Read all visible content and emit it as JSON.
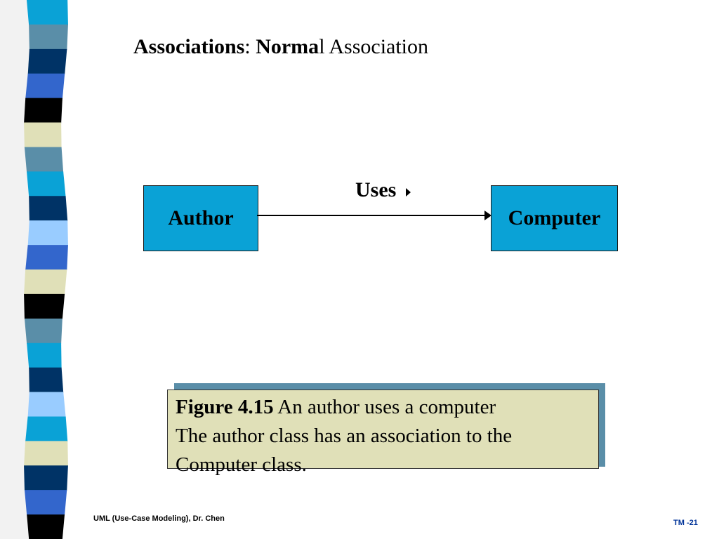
{
  "title": {
    "bold_part": "Associations",
    "colon": ":  ",
    "bold_part2": "Norma",
    "regular_part": "l Association"
  },
  "diagram": {
    "source_class": "Author",
    "target_class": "Computer",
    "association_label": "Uses",
    "association_direction": "right-triangle",
    "class_fill_color": "#0aa2d6"
  },
  "caption": {
    "figure_label": "Figure 4.15",
    "line1_rest": " An author uses a computer",
    "line2": "The author class has an association to the",
    "line3": "Computer class.",
    "fill_color": "#e0e0b8",
    "shadow_color": "#5a8ea8"
  },
  "footer": {
    "left": "UML (Use-Case Modeling), Dr. Chen",
    "right": "TM -21"
  },
  "decor": {
    "strip_colors": [
      "#0aa2d6",
      "#5a8ea8",
      "#003366",
      "#3366cc",
      "#000000",
      "#e0e0b8",
      "#5a8ea8",
      "#0aa2d6",
      "#003366",
      "#99ccff",
      "#3366cc",
      "#e0e0b8",
      "#000000",
      "#5a8ea8",
      "#0aa2d6",
      "#003366",
      "#99ccff",
      "#0aa2d6",
      "#e0e0b8",
      "#003366",
      "#3366cc",
      "#000000"
    ]
  }
}
